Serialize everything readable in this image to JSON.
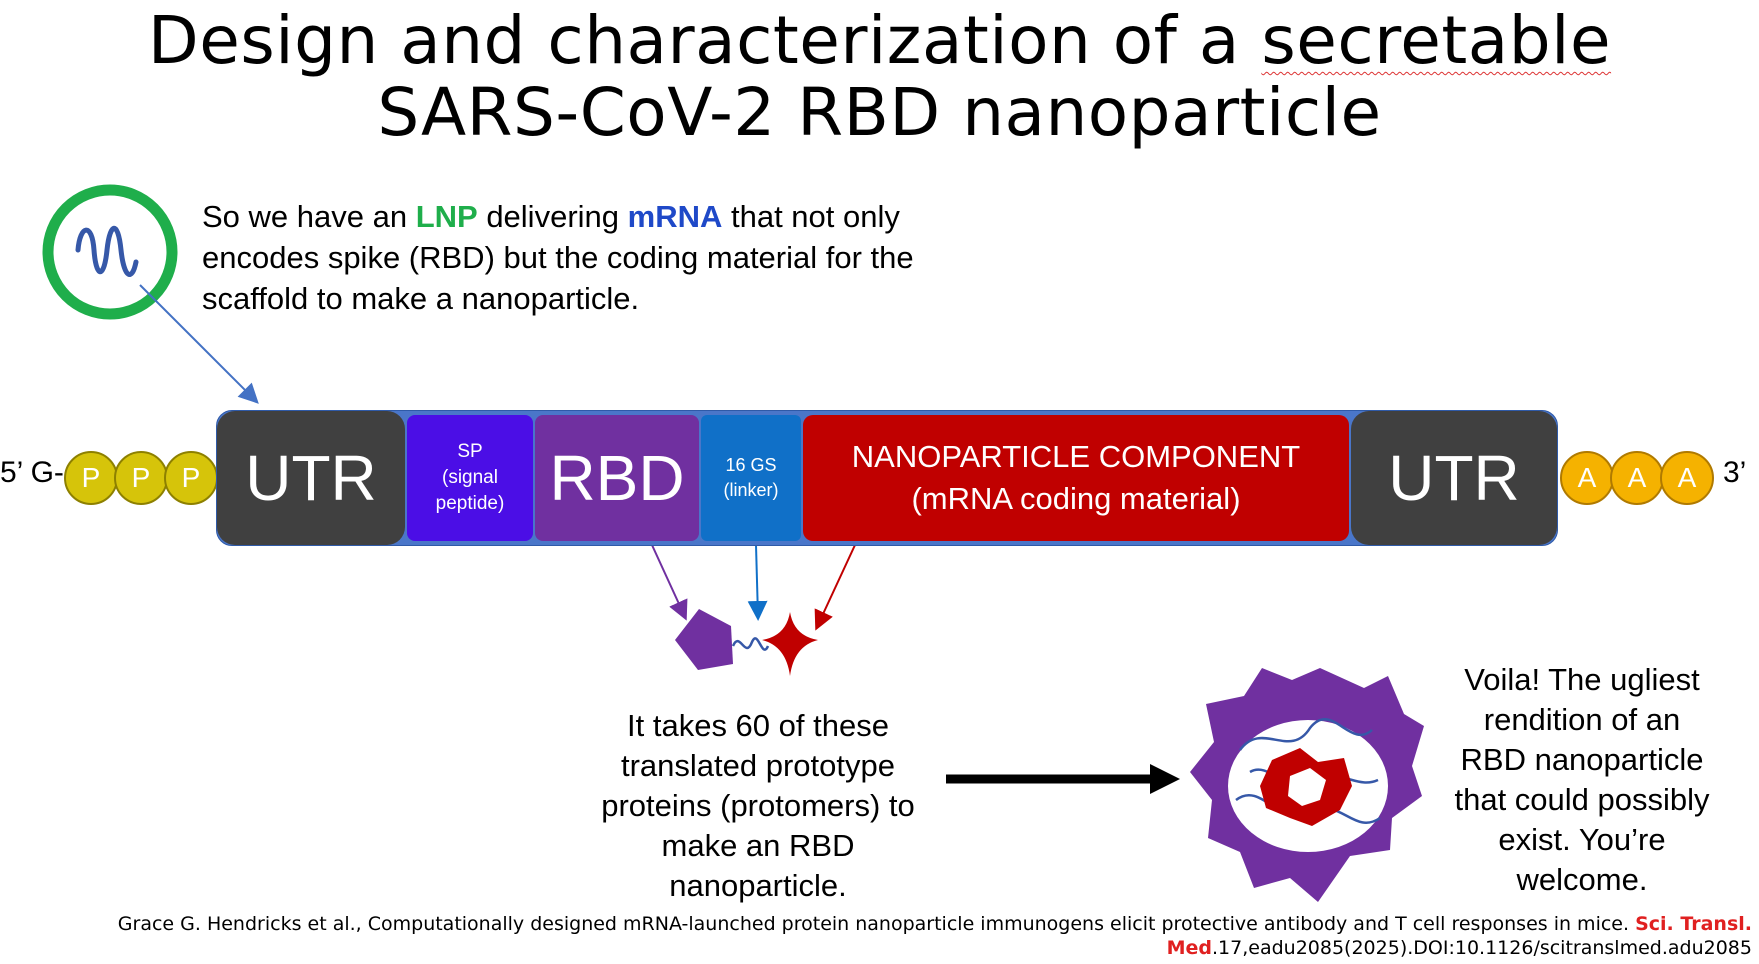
{
  "title": {
    "line1_before": "Design and characterization of a ",
    "line1_underlined": "secretable",
    "line2": "SARS-CoV-2 RBD nanoparticle"
  },
  "intro": {
    "part1": "So we have an ",
    "lnp": "LNP",
    "part2": " delivering ",
    "mrna": "mRNA",
    "part3": " that not only encodes spike (RBD) but the coding material for the scaffold to make a nanoparticle."
  },
  "construct": {
    "five_prime": "5’ G-",
    "three_prime": "3’",
    "cap_beads": [
      "P",
      "P",
      "P"
    ],
    "tail_beads": [
      "A",
      "A",
      "A"
    ],
    "utr_left": "UTR",
    "sp_line1": "SP",
    "sp_line2": "(signal",
    "sp_line3": "peptide)",
    "rbd": "RBD",
    "gs_line1": "16 GS",
    "gs_line2": "(linker)",
    "np_line1": "NANOPARTICLE COMPONENT",
    "np_line2": "(mRNA coding material)",
    "utr_right": "UTR"
  },
  "protomer_note": {
    "line1": "It takes 60 of these",
    "line2": "translated prototype",
    "line3": "proteins (protomers) to",
    "line4": "make an RBD",
    "line5": "nanoparticle."
  },
  "voila_note": {
    "line1": "Voila! The ugliest",
    "line2": "rendition of an",
    "line3": "RBD nanoparticle",
    "line4": "that could possibly",
    "line5": "exist. You’re",
    "line6": "welcome."
  },
  "citation": {
    "line1_text": "Grace G. Hendricks et al., Computationally designed mRNA-launched protein nanoparticle immunogens elicit protective antibody and T cell responses in mice. ",
    "line1_red": "Sci. Transl.",
    "line2_red": "Med",
    "line2_text": ".17,eadu2085(2025).DOI:10.1126/scitranslmed.adu2085"
  },
  "colors": {
    "lnp_green": "#1fae4b",
    "mrna_blue": "#1f49c8",
    "utr_gray": "#404040",
    "sp_blue": "#4b0ee6",
    "rbd_purple": "#7030a0",
    "linker_blue": "#1070c8",
    "nanoparticle_red": "#c00000",
    "cap_yellow": "#d6c40a",
    "tail_orange": "#f5b200"
  }
}
